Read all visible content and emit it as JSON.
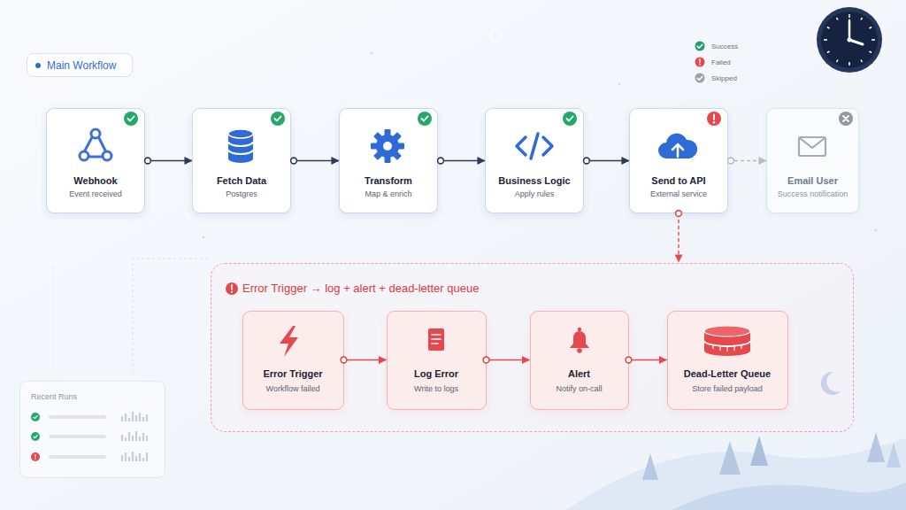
{
  "diagram": {
    "title": "Main Workflow",
    "nodes": [
      {
        "text": [
          "Webhook",
          "Event received"
        ]
      },
      {
        "text": [
          "Fetch Data",
          "Postgres"
        ]
      },
      {
        "text": [
          "Transform",
          "Map & enrich"
        ]
      },
      {
        "text": [
          "Business Logic",
          "Apply rules"
        ]
      },
      {
        "text": [
          "Send to API",
          "External service"
        ]
      },
      {
        "text": [
          "Email User",
          "Success notification"
        ]
      },
      {
        "text": [
          "Error Trigger → log + alert + dead-letter queue"
        ]
      },
      {
        "text": [
          "Error Trigger",
          "Workflow failed"
        ],
        "in": 6
      },
      {
        "text": [
          "Log Error",
          "Write to logs"
        ],
        "in": 6
      },
      {
        "text": [
          "Alert",
          "Notify on-call"
        ],
        "in": 6
      },
      {
        "text": [
          "Dead-Letter Queue",
          "Store failed payload"
        ],
        "in": 6
      },
      {
        "text": [
          "Recent Runs"
        ]
      }
    ],
    "edges": [
      {
        "from": 0,
        "to": 1,
        "arrow": "to"
      },
      {
        "from": 1,
        "to": 2,
        "arrow": "to"
      },
      {
        "from": 2,
        "to": 3,
        "arrow": "to"
      },
      {
        "from": 3,
        "to": 4,
        "arrow": "to"
      },
      {
        "from": 4,
        "to": 5,
        "arrow": "to"
      },
      {
        "from": 4,
        "to": 6,
        "arrow": "to"
      },
      {
        "from": 7,
        "to": 8,
        "arrow": "to"
      },
      {
        "from": 8,
        "to": 9,
        "arrow": "to"
      },
      {
        "from": 9,
        "to": 10,
        "arrow": "to"
      }
    ],
    "legend": [
      {
        "text": "Success",
        "color": "#22a06b"
      },
      {
        "text": "Failed",
        "color": "#e5484d"
      },
      {
        "text": "Skipped",
        "color": "#9aa3ad"
      }
    ]
  }
}
